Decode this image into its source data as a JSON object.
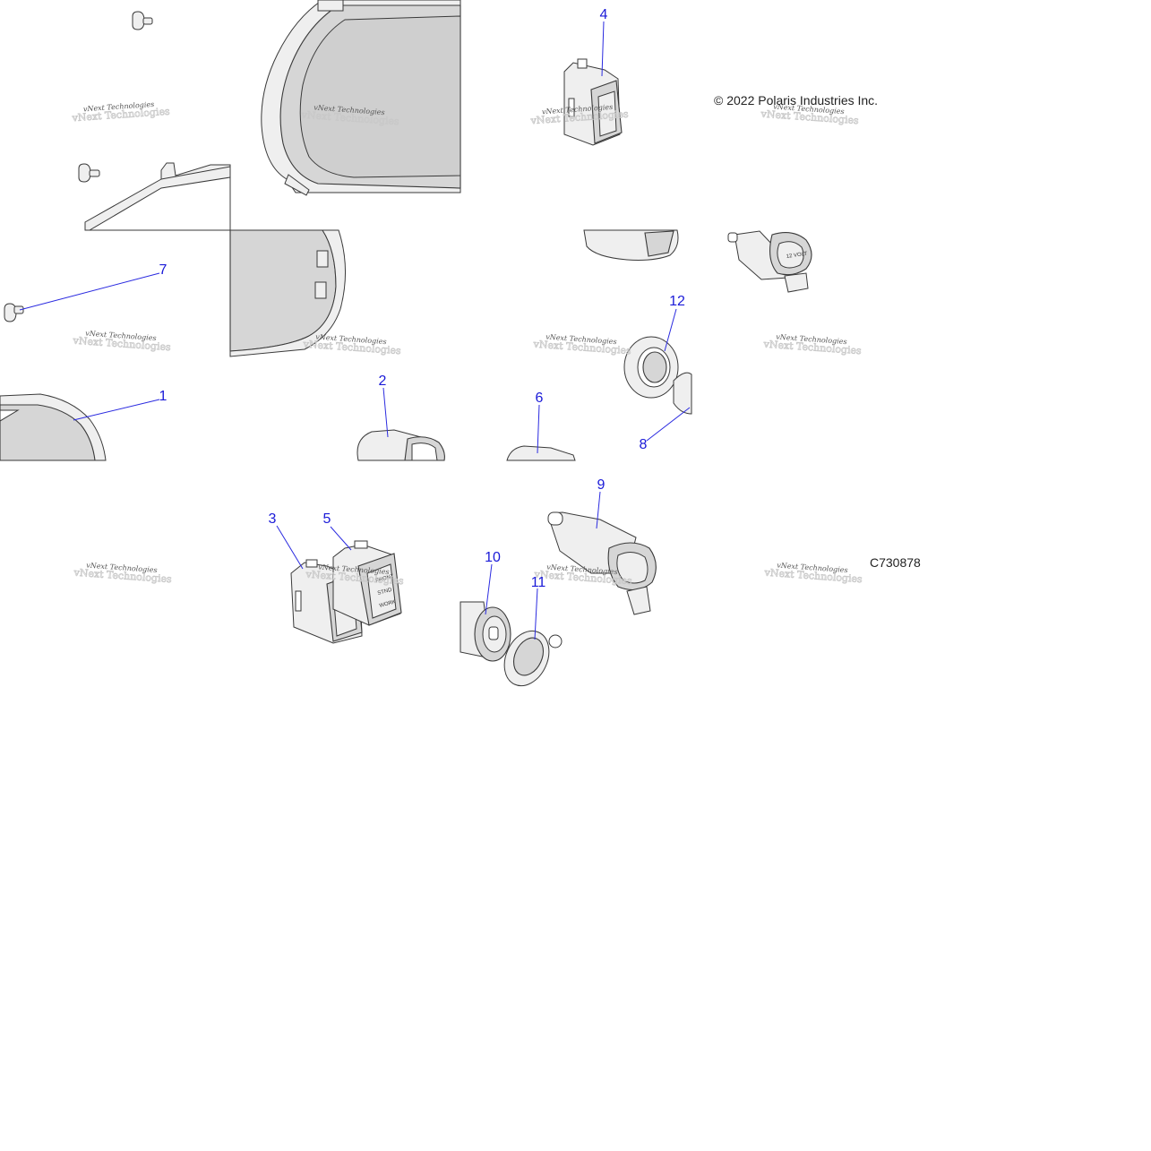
{
  "diagram": {
    "copyright": "© 2022 Polaris Industries Inc.",
    "code": "C730878",
    "watermark": "vNext Technologies",
    "callouts": [
      "1",
      "2",
      "3",
      "4",
      "5",
      "6",
      "7",
      "8",
      "9",
      "10",
      "11",
      "12"
    ],
    "part_markings": {
      "socket_12v_cap": "12 VOLT",
      "switch_5_labels": [
        "FRONT",
        "STND",
        "WORK"
      ]
    }
  }
}
